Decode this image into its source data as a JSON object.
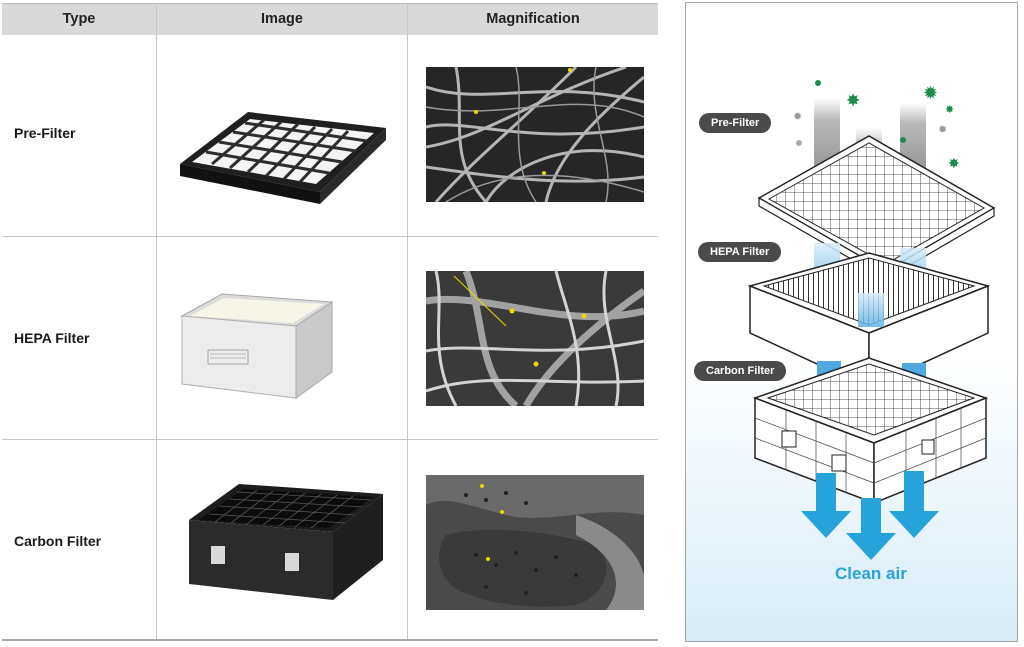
{
  "table": {
    "headers": [
      "Type",
      "Image",
      "Magnification"
    ],
    "rows": [
      {
        "type": "Pre-Filter"
      },
      {
        "type": "HEPA Filter"
      },
      {
        "type": "Carbon Filter"
      }
    ]
  },
  "diagram": {
    "labels": {
      "pre_filter": "Pre-Filter",
      "hepa_filter": "HEPA Filter",
      "carbon_filter": "Carbon Filter"
    },
    "result_text": "Clean air",
    "colors": {
      "clean_air": "#27a3dc",
      "particle_green": "#1c8b4c",
      "label_bg": "#4a4a4a"
    }
  }
}
